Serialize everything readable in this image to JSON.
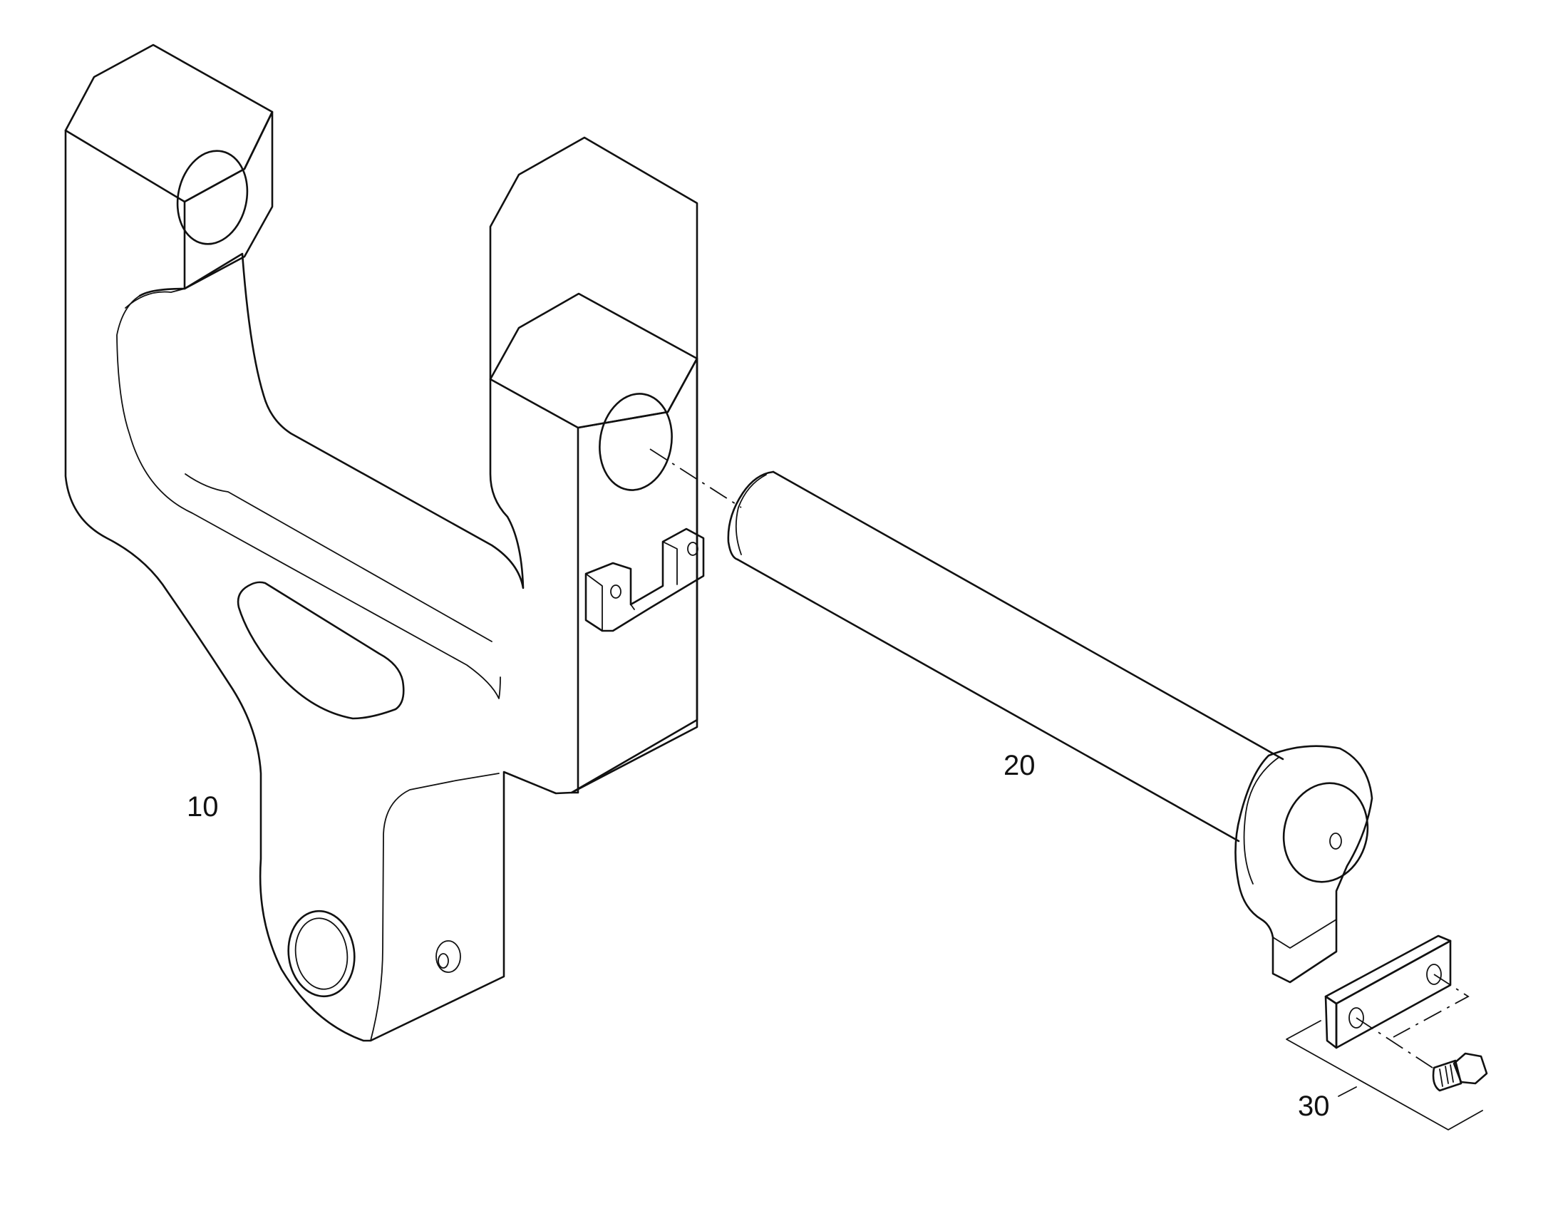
{
  "parts": [
    {
      "id": "bracket",
      "callout": "10"
    },
    {
      "id": "pin",
      "callout": "20"
    },
    {
      "id": "lock-plate-kit",
      "callout": "30"
    }
  ],
  "colors": {
    "line": "#111111",
    "background": "#ffffff"
  }
}
